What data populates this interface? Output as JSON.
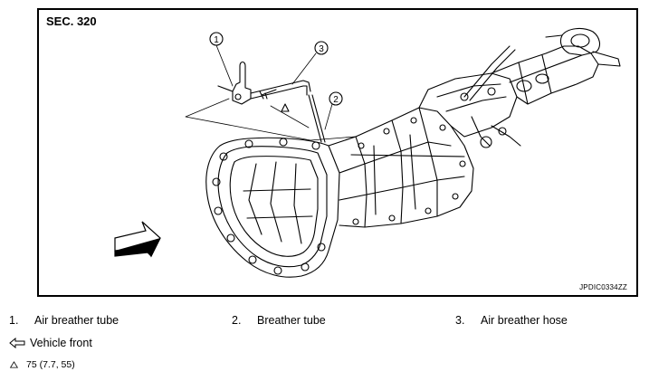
{
  "section_label": "SEC. 320",
  "image_code": "JPDIC0334ZZ",
  "callouts": [
    "1",
    "2",
    "3"
  ],
  "legend": [
    {
      "num": "1.",
      "label": "Air breather tube"
    },
    {
      "num": "2.",
      "label": "Breather tube"
    },
    {
      "num": "3.",
      "label": "Air breather hose"
    }
  ],
  "notes": {
    "vehicle_front": "Vehicle front",
    "torque": "75 (7.7, 55)"
  },
  "icons": {
    "direction": "vehicle-front-arrow-icon",
    "torque": "tightening-torque-triangle-icon"
  }
}
